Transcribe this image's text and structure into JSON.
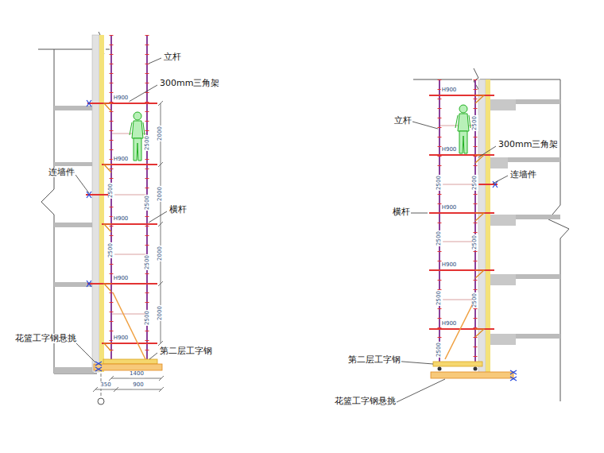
{
  "diagram": {
    "labels": [
      "立杆",
      "300mm三角架",
      "连墙件",
      "横杆",
      "花篮工字钢悬挑",
      "第二层工字钢",
      "1400",
      "350",
      "900",
      "2000",
      "2000",
      "2000",
      "2000",
      "H900",
      "H900",
      "H900",
      "H900",
      "H900",
      "2500",
      "2500",
      "2500",
      "2500",
      "2500",
      "2500",
      "立杆",
      "300mm三角架",
      "连墙件",
      "横杆",
      "第二层工字钢",
      "花篮工字钢悬挑",
      "H900",
      "H900",
      "H900",
      "H900",
      "H900",
      "2500",
      "2500",
      "2500",
      "2500",
      "2500",
      "2500",
      "2500",
      "2500"
    ]
  }
}
